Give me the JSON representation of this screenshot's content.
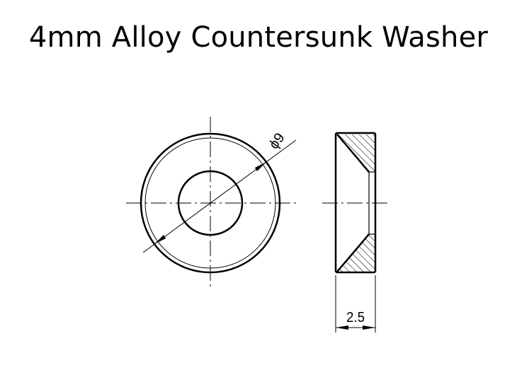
{
  "title": "4mm Alloy Countersunk Washer",
  "dimensions": {
    "outer_diameter": "ϕ9",
    "thickness": "2.5"
  }
}
